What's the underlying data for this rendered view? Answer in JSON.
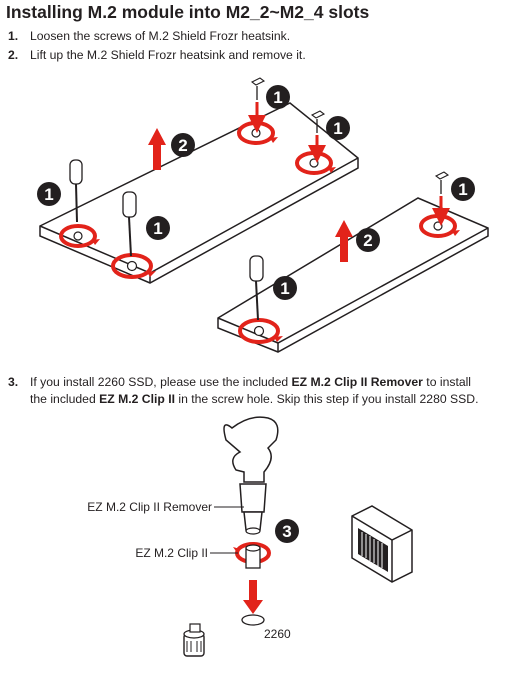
{
  "title": "Installing M.2 module into M2_2~M2_4 slots",
  "steps": [
    {
      "num": "1.",
      "text": "Loosen the screws of M.2 Shield Frozr heatsink."
    },
    {
      "num": "2.",
      "text": "Lift up the M.2 Shield Frozr heatsink and remove it."
    }
  ],
  "step3": {
    "num": "3.",
    "a": "If you install 2260 SSD, please use the included ",
    "b": "EZ M.2 Clip II Remover",
    "c": " to install",
    "d": "the included ",
    "e": "EZ M.2 Clip II",
    "f": " in the screw hole. Skip this step if you install 2280 SSD."
  },
  "figure": {
    "badge_1": "1",
    "badge_2": "2",
    "badge_3": "3",
    "label_remover": "EZ M.2 Clip II Remover",
    "label_clip": "EZ M.2 Clip II",
    "label_2260": "2260"
  },
  "colors": {
    "accent": "#e2231a",
    "ink": "#231f20"
  }
}
